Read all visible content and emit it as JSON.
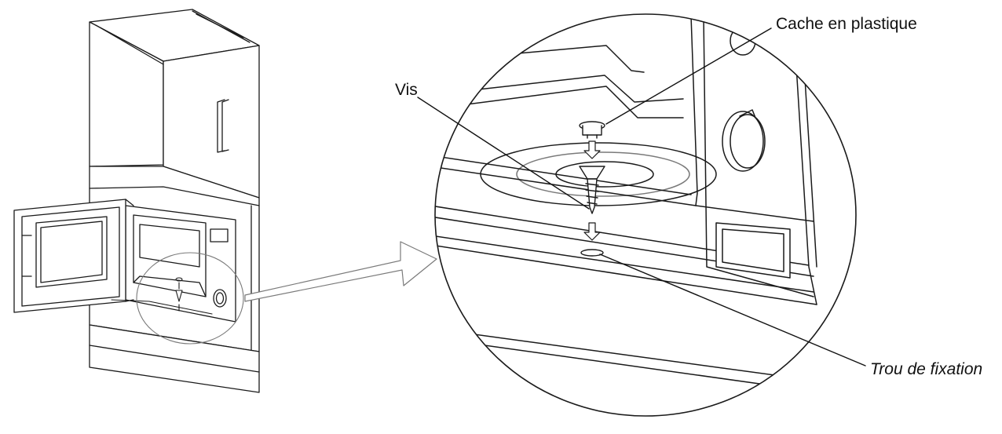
{
  "labels": {
    "plastic_cover": "Cache en plastique",
    "screw": "Vis",
    "fixing_hole": "Trou de fixation"
  },
  "colors": {
    "line": "#1a1a1a",
    "light_line": "#7a7a7a",
    "background": "#ffffff"
  }
}
